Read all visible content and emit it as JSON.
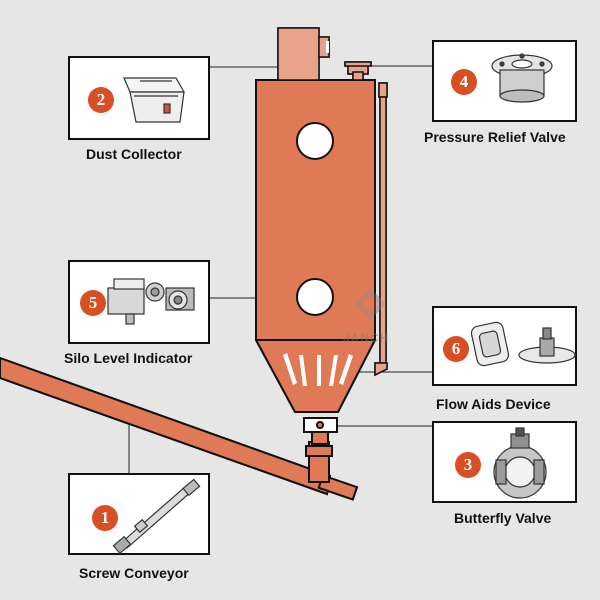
{
  "colors": {
    "silo": "#e07a56",
    "outline": "#111111",
    "badge": "#d94f24",
    "background": "#e6e6e6"
  },
  "watermark": "JANCH",
  "components": [
    {
      "number": "1",
      "label": "Screw Conveyor",
      "icon": "screw-conveyor-icon"
    },
    {
      "number": "2",
      "label": "Dust Collector",
      "icon": "dust-collector-icon"
    },
    {
      "number": "3",
      "label": "Butterfly Valve",
      "icon": "butterfly-valve-icon"
    },
    {
      "number": "4",
      "label": "Pressure Relief Valve",
      "icon": "pressure-relief-valve-icon"
    },
    {
      "number": "5",
      "label": "Silo Level Indicator",
      "icon": "silo-level-indicator-icon"
    },
    {
      "number": "6",
      "label": "Flow Aids Device",
      "icon": "flow-aids-device-icon"
    }
  ]
}
